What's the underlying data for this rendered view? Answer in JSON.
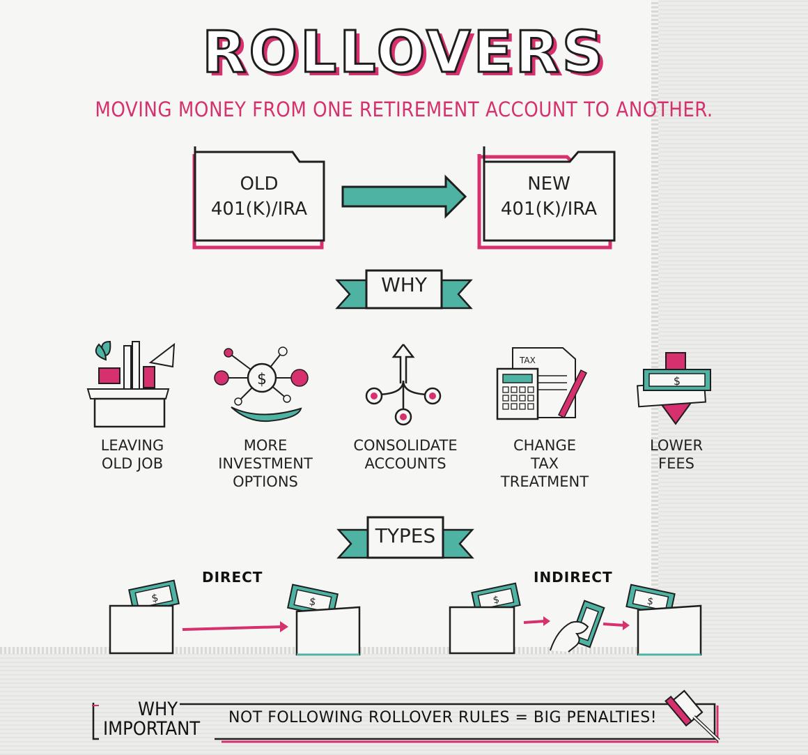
{
  "title": "ROLLOVERS",
  "subtitle": "MOVING MONEY FROM ONE RETIREMENT ACCOUNT TO ANOTHER.",
  "old_account": {
    "line1": "OLD",
    "line2": "401(K)/IRA"
  },
  "new_account": {
    "line1": "NEW",
    "line2": "401(K)/IRA"
  },
  "why_ribbon": "WHY",
  "reasons": [
    {
      "icon": "moving-box-icon",
      "line1": "LEAVING",
      "line2": "OLD JOB",
      "line3": ""
    },
    {
      "icon": "investment-network-icon",
      "line1": "MORE",
      "line2": "INVESTMENT",
      "line3": "OPTIONS"
    },
    {
      "icon": "merge-arrows-icon",
      "line1": "CONSOLIDATE",
      "line2": "ACCOUNTS",
      "line3": ""
    },
    {
      "icon": "calculator-tax-form-icon",
      "line1": "CHANGE",
      "line2": "TAX",
      "line3": "TREATMENT"
    },
    {
      "icon": "cash-down-arrow-icon",
      "line1": "LOWER",
      "line2": "FEES",
      "line3": ""
    }
  ],
  "types_ribbon": "TYPES",
  "types": {
    "direct": "DIRECT",
    "indirect": "INDIRECT"
  },
  "tax_form_label": "TAX",
  "dollar_sign": "$",
  "why_important": {
    "line1": "WHY",
    "line2": "IMPORTANT"
  },
  "rule": "NOT FOLLOWING ROLLOVER RULES = BIG PENALTIES!",
  "colors": {
    "pink": "#d6316e",
    "teal": "#4fb3a3",
    "ink": "#1e1e1e"
  }
}
